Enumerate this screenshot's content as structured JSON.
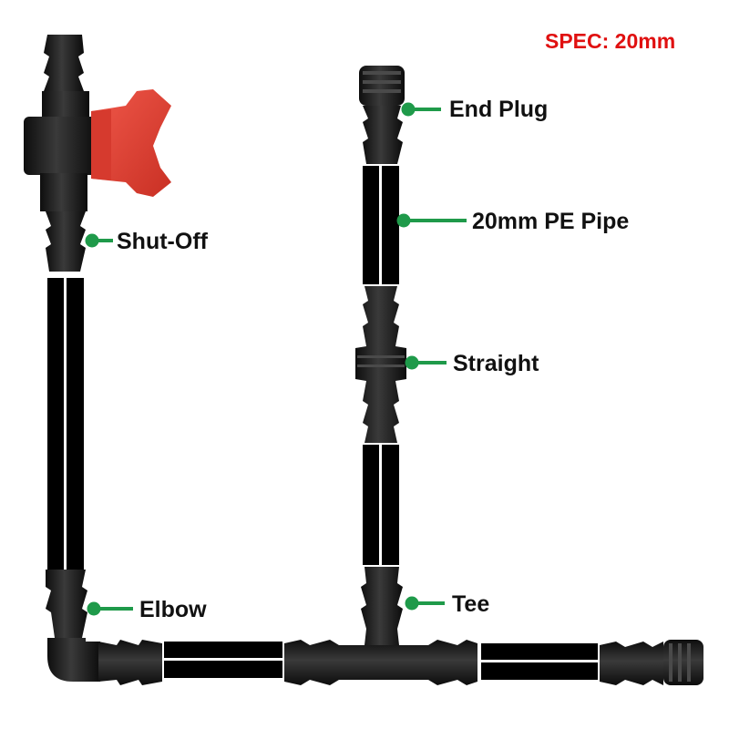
{
  "spec": {
    "text": "SPEC: 20mm",
    "color": "#e01010"
  },
  "labels": {
    "shut_off": "Shut-Off",
    "end_plug": "End Plug",
    "pe_pipe": "20mm PE Pipe",
    "straight": "Straight",
    "elbow": "Elbow",
    "tee": "Tee"
  },
  "colors": {
    "pipe": "#000000",
    "fitting": "#1c1c1c",
    "valve_handle": "#e8473b",
    "pointer": "#1f9a4a",
    "label_text": "#111111"
  }
}
